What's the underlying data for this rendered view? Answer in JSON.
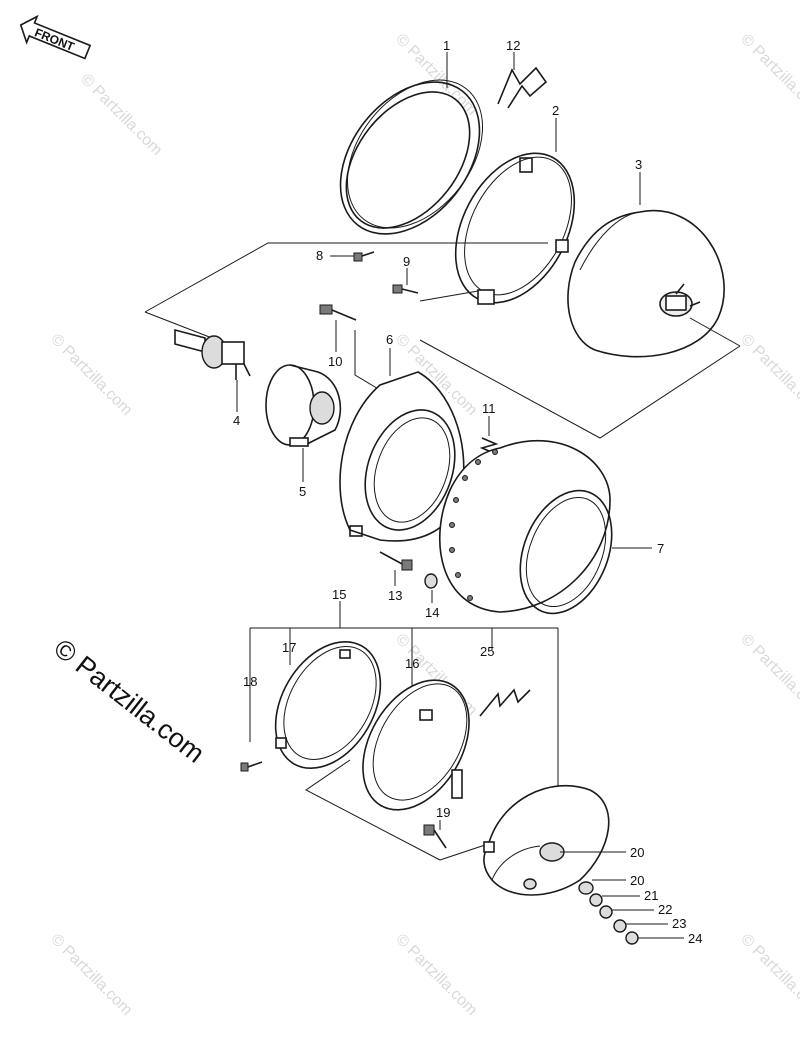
{
  "badge": {
    "label": "FRONT"
  },
  "watermark": {
    "text": "© Partzilla.com"
  },
  "callouts": {
    "c1": "1",
    "c2": "2",
    "c3": "3",
    "c4": "4",
    "c5": "5",
    "c6": "6",
    "c7": "7",
    "c8": "8",
    "c9": "9",
    "c10": "10",
    "c11": "11",
    "c12": "12",
    "c13": "13",
    "c14": "14",
    "c15": "15",
    "c16": "16",
    "c17": "17",
    "c18": "18",
    "c19": "19",
    "c20a": "20",
    "c20b": "20",
    "c21": "21",
    "c22": "22",
    "c23": "23",
    "c24": "24",
    "c25": "25"
  }
}
